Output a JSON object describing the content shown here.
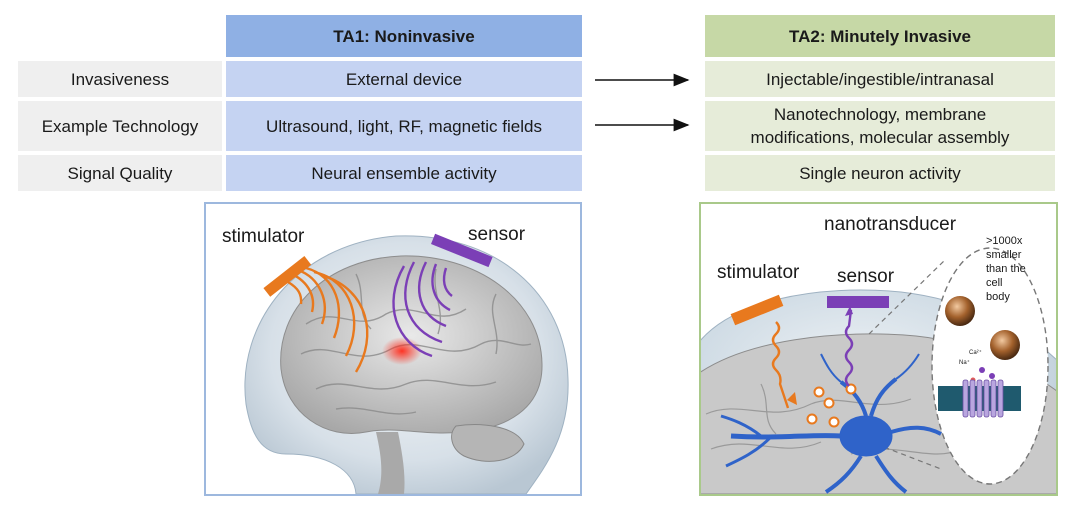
{
  "table": {
    "ta1_header": "TA1: Noninvasive",
    "ta2_header": "TA2: Minutely Invasive",
    "rows": [
      {
        "label": "Invasiveness",
        "ta1": "External device",
        "ta2": "Injectable/ingestible/intranasal"
      },
      {
        "label": "Example Technology",
        "ta1": "Ultrasound, light, RF, magnetic fields",
        "ta2": "Nanotechnology, membrane modifications, molecular assembly"
      },
      {
        "label": "Signal Quality",
        "ta1": "Neural ensemble activity",
        "ta2": "Single neuron activity"
      }
    ]
  },
  "panel1": {
    "stimulator_label": "stimulator",
    "sensor_label": "sensor",
    "colors": {
      "stimulator": "#e8791e",
      "sensor": "#7b3fb6",
      "border": "#9db8de",
      "target": "#e0302a"
    }
  },
  "panel2": {
    "nanotransducer_label": "nanotransducer",
    "stimulator_label": "stimulator",
    "sensor_label": "sensor",
    "size_note": ">1000x\nsmaller\nthan the\ncell\nbody",
    "ion_label_1": "Ca²⁺",
    "ion_label_2": "Na⁺",
    "colors": {
      "neuron": "#2f63c9",
      "border": "#a9c98a",
      "stimulator": "#e8791e",
      "sensor": "#7b3fb6"
    }
  }
}
